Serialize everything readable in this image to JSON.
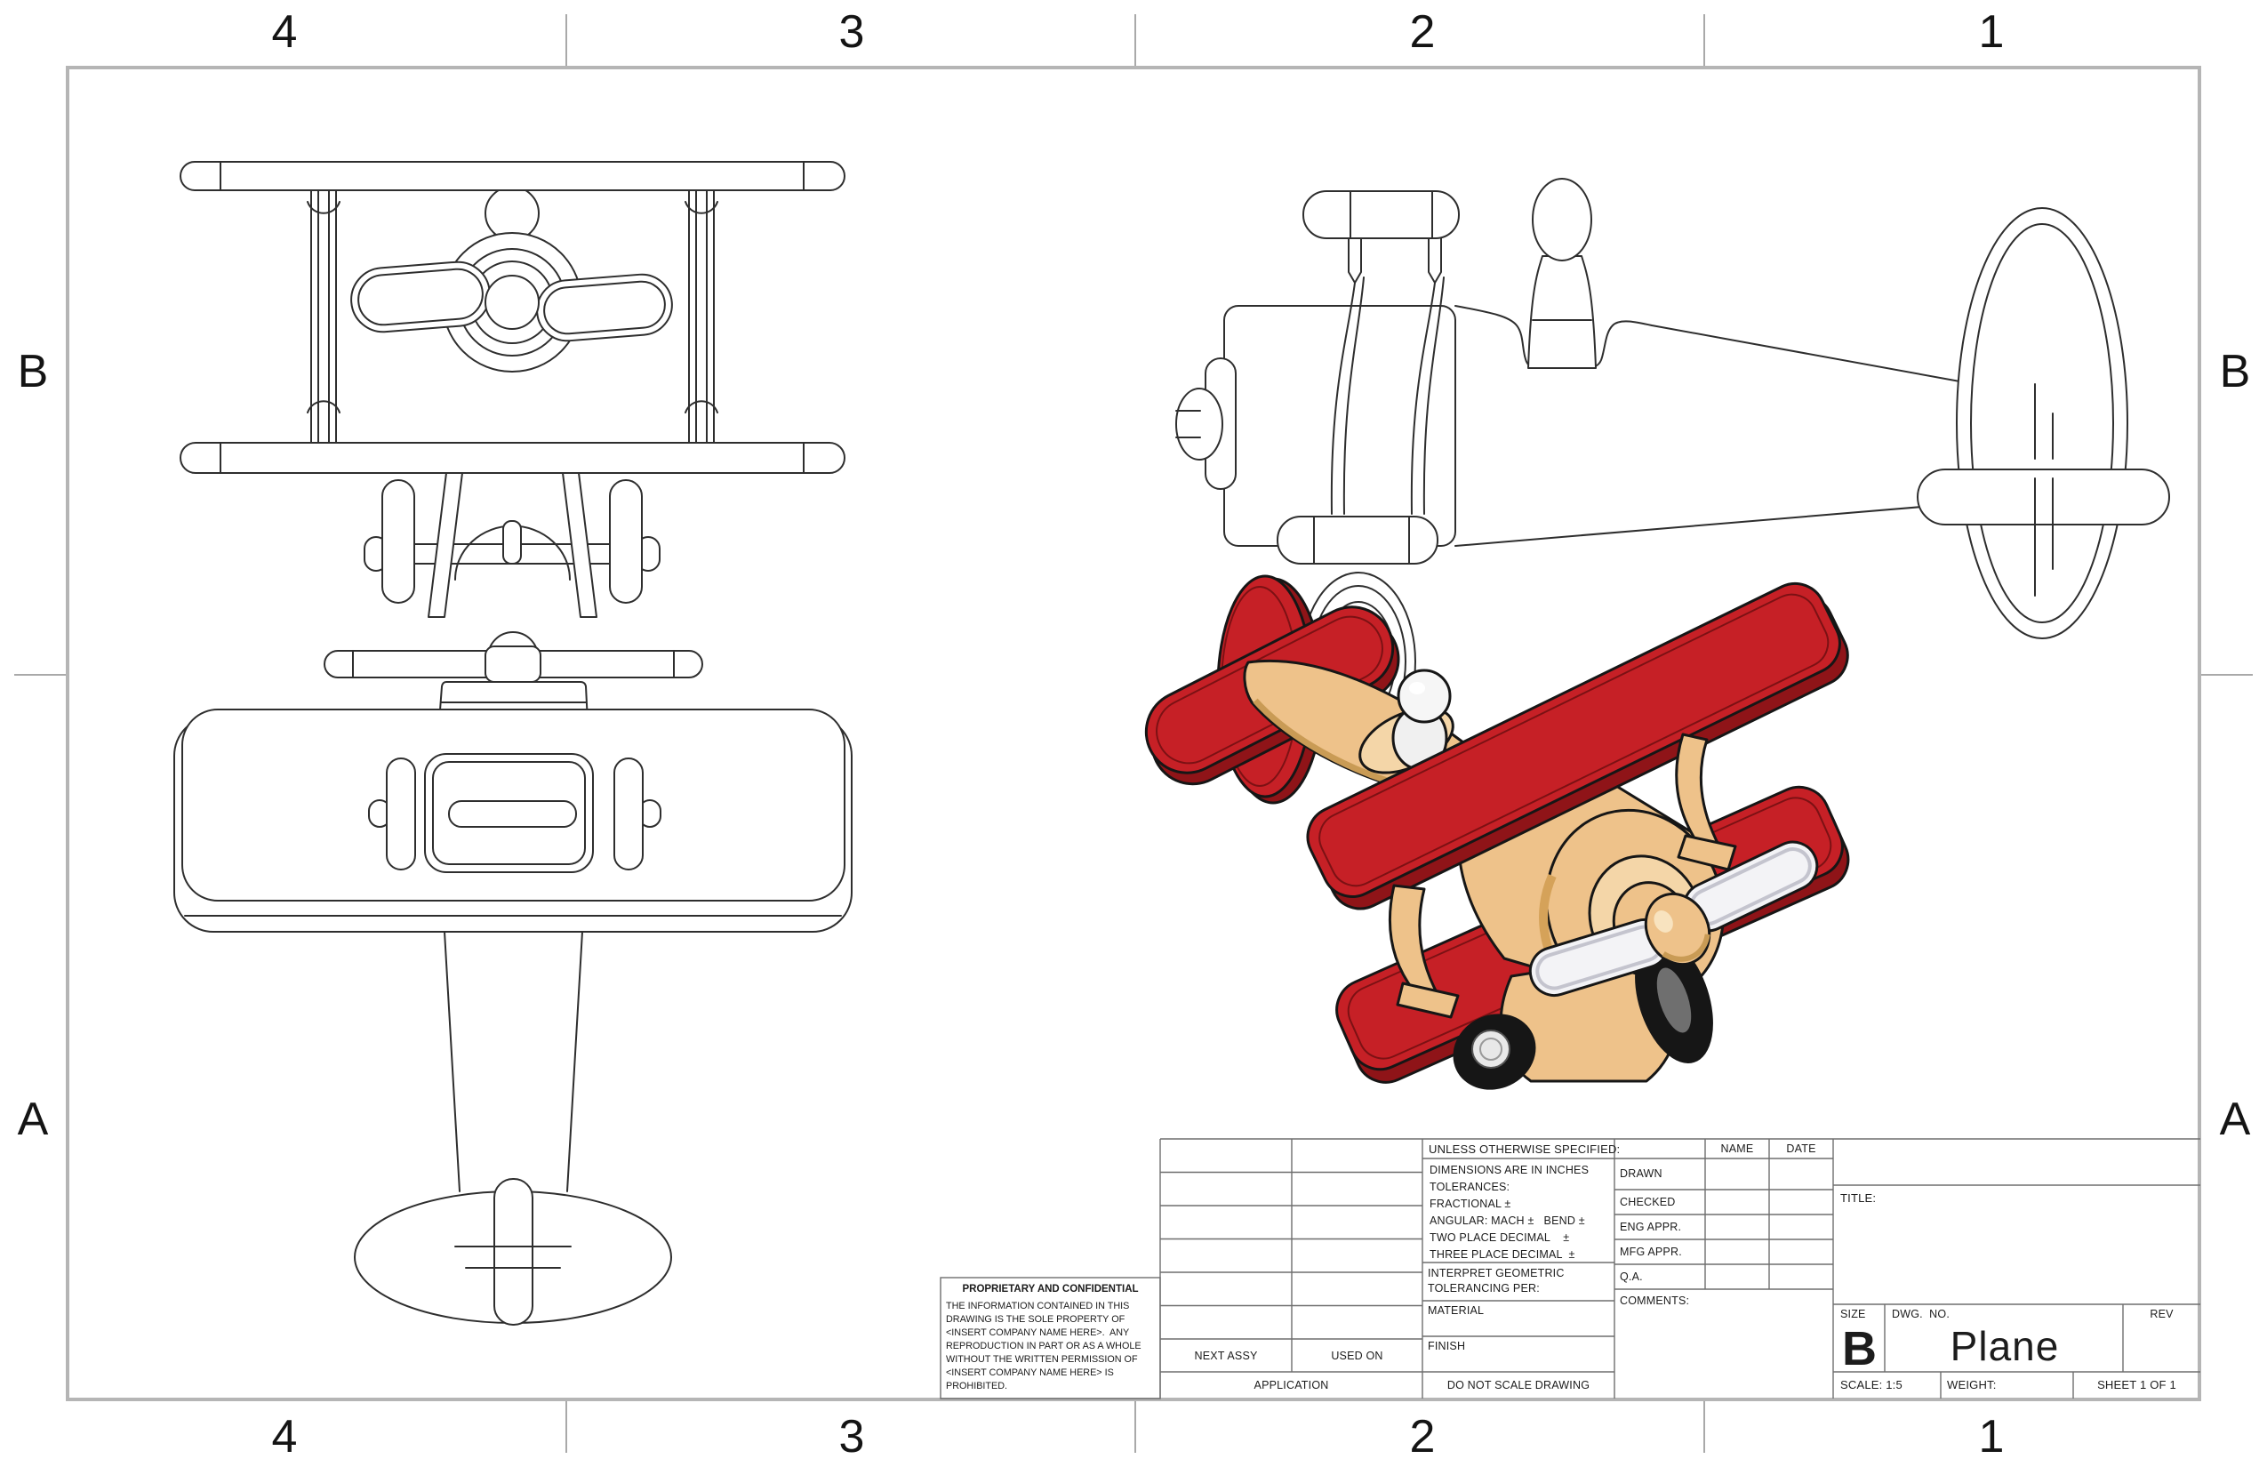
{
  "colors": {
    "line": "#2e2e2e",
    "border-gray": "#b5b5b5",
    "table-line": "#6e6e6e",
    "red": "#c62026",
    "red-dark": "#8f1418",
    "red-light": "#e45a5e",
    "wood": "#eec28a",
    "wood-light": "#f4d6a8",
    "wood-dark": "#d5a259",
    "prop-white": "#f3f3f6",
    "prop-gray": "#c4c4ce",
    "tire": "#161616",
    "hub-gray": "#9b9b9b"
  },
  "zones": {
    "top": [
      "4",
      "3",
      "2",
      "1"
    ],
    "bottom": [
      "4",
      "3",
      "2",
      "1"
    ],
    "left": [
      "B",
      "A"
    ],
    "right": [
      "B",
      "A"
    ]
  },
  "proprietary": {
    "title": "PROPRIETARY AND CONFIDENTIAL",
    "body": "THE INFORMATION CONTAINED IN THIS DRAWING IS THE SOLE PROPERTY OF <INSERT COMPANY NAME HERE>.  ANY REPRODUCTION IN PART OR AS A WHOLE WITHOUT THE WRITTEN PERMISSION OF <INSERT COMPANY NAME HERE> IS PROHIBITED."
  },
  "application_table": {
    "next_assy": "NEXT ASSY",
    "used_on": "USED ON",
    "application": "APPLICATION"
  },
  "spec_block": {
    "header": "UNLESS OTHERWISE SPECIFIED:",
    "lines": [
      "DIMENSIONS ARE IN INCHES",
      "TOLERANCES:",
      "FRACTIONAL ±",
      "ANGULAR: MACH ±   BEND ±",
      "TWO PLACE DECIMAL    ±",
      "THREE PLACE DECIMAL  ±"
    ],
    "interpret_line1": "INTERPRET GEOMETRIC",
    "interpret_line2": "TOLERANCING PER:",
    "material": "MATERIAL",
    "finish": "FINISH",
    "do_not_scale": "DO NOT SCALE DRAWING"
  },
  "approvals": {
    "name": "NAME",
    "date": "DATE",
    "rows": [
      "DRAWN",
      "CHECKED",
      "ENG APPR.",
      "MFG APPR.",
      "Q.A."
    ],
    "comments": "COMMENTS:"
  },
  "title_block": {
    "title_label": "TITLE:",
    "size_label": "SIZE",
    "size": "B",
    "dwg_label": "DWG.  NO.",
    "dwg_no": "Plane",
    "rev_label": "REV",
    "scale": "SCALE: 1:5",
    "weight_label": "WEIGHT:",
    "sheet": "SHEET 1 OF 1"
  }
}
